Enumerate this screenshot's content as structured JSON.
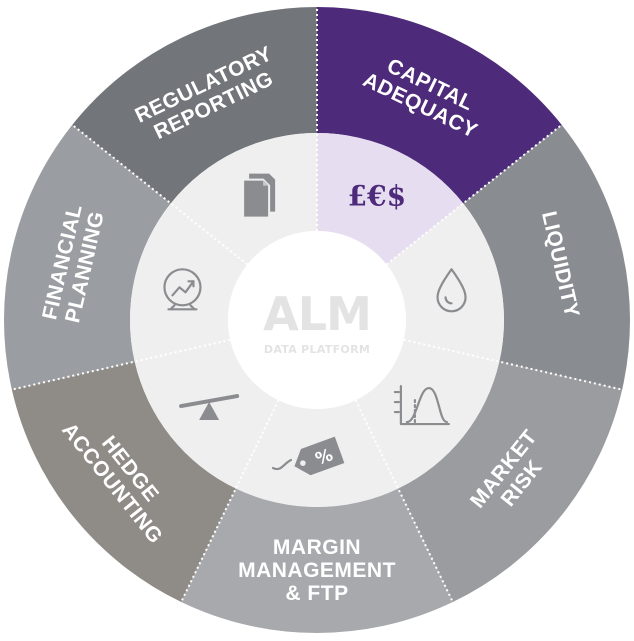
{
  "center": {
    "title": "ALM",
    "subtitle": "DATA PLATFORM"
  },
  "colors": {
    "accent_purple": "#4e2a7a",
    "accent_purple_light": "#e6def0",
    "inner_ring": "#efefef",
    "hub": "#ffffff"
  },
  "segments": [
    {
      "id": "capital-adequacy",
      "lines": [
        "CAPITAL",
        "ADEQUACY"
      ],
      "color": "#4e2a7a",
      "icon": "currency-icon",
      "glyph": "£€$",
      "highlighted": true
    },
    {
      "id": "liquidity",
      "lines": [
        "LIQUIDITY"
      ],
      "color": "#898c90",
      "icon": "water-drop-icon",
      "highlighted": false
    },
    {
      "id": "market-risk",
      "lines": [
        "MARKET",
        "RISK"
      ],
      "color": "#9a9ca0",
      "icon": "distribution-curve-icon",
      "highlighted": false
    },
    {
      "id": "margin-management",
      "lines": [
        "MARGIN",
        "MANAGEMENT",
        "& FTP"
      ],
      "color": "#a7a9ac",
      "icon": "price-tag-icon",
      "glyph": "%",
      "highlighted": false
    },
    {
      "id": "hedge-accounting",
      "lines": [
        "HEDGE",
        "ACCOUNTING"
      ],
      "color": "#8f8c88",
      "icon": "balance-scale-icon",
      "highlighted": false
    },
    {
      "id": "financial-planning",
      "lines": [
        "FINANCIAL",
        "PLANNING"
      ],
      "color": "#9a9da1",
      "icon": "growth-globe-icon",
      "highlighted": false
    },
    {
      "id": "regulatory-reporting",
      "lines": [
        "REGULATORY",
        "REPORTING"
      ],
      "color": "#727579",
      "icon": "documents-icon",
      "highlighted": false
    }
  ]
}
